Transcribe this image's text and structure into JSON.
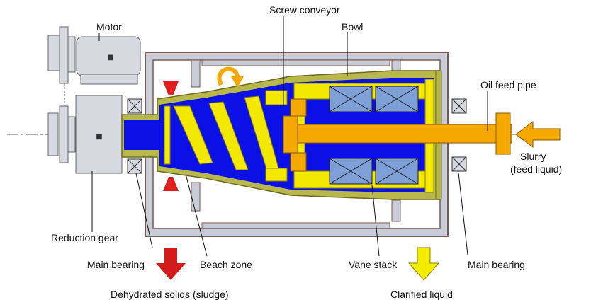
{
  "labels": {
    "motor": "Motor",
    "screw_conveyor": "Screw conveyor",
    "bowl": "Bowl",
    "oil_feed_pipe": "Oil feed pipe",
    "slurry_line1": "Slurry",
    "slurry_line2": "(feed liquid)",
    "reduction_gear": "Reduction gear",
    "main_bearing_left": "Main bearing",
    "beach_zone": "Beach zone",
    "vane_stack": "Vane stack",
    "main_bearing_right": "Main bearing",
    "dehydrated_solids": "Dehydrated solids (sludge)",
    "clarified_liquid": "Clarified liquid"
  },
  "colors": {
    "casing": "#c8ccd6",
    "casing_edge": "#7a5a52",
    "liquid": "#0a10e6",
    "screw": "#f2e800",
    "shaft": "#f5a800",
    "bowl": "#b8b84a",
    "gray_part": "#d6d9e0",
    "solids_arrow": "#d11a1a",
    "liquid_arrow": "#f2ec00",
    "feed_arrow": "#f5a800"
  }
}
